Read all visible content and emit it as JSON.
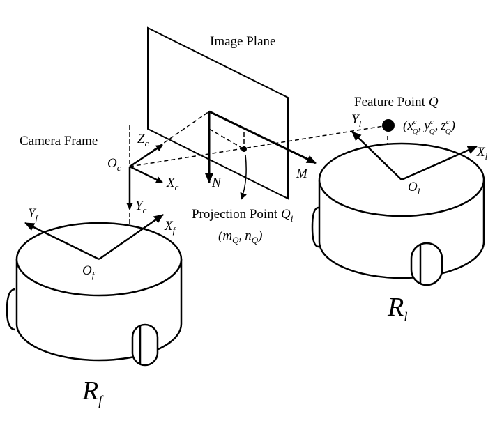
{
  "labels": {
    "image_plane": "Image Plane",
    "camera_frame": "Camera Frame",
    "feature_point_text": "Feature Point",
    "feature_point_symbol": "Q",
    "projection_point_text": "Projection Point",
    "projection_point_symbol": "Q",
    "projection_point_sub": "i",
    "axis_m": "M",
    "axis_n": "N",
    "robot_follower": "R",
    "robot_follower_sub": "f",
    "robot_leader": "R",
    "robot_leader_sub": "l"
  },
  "camera_frame": {
    "origin": "O",
    "origin_sub": "c",
    "x": "X",
    "x_sub": "c",
    "y": "Y",
    "y_sub": "c",
    "z": "Z",
    "z_sub": "c"
  },
  "follower_frame": {
    "origin": "O",
    "origin_sub": "f",
    "x": "X",
    "x_sub": "f",
    "y": "Y",
    "y_sub": "f"
  },
  "leader_frame": {
    "origin": "O",
    "origin_sub": "l",
    "x": "X",
    "x_sub": "l",
    "y": "Y",
    "y_sub": "l"
  },
  "feature_coords": {
    "open": "(",
    "x": "x",
    "y": "y",
    "z": "z",
    "sup": "c",
    "sub": "Q",
    "sep": ",",
    "close": ")"
  },
  "projection_coords": {
    "open": "(",
    "m": "m",
    "n": "n",
    "sub": "Q",
    "sep": ",",
    "close": ")"
  }
}
